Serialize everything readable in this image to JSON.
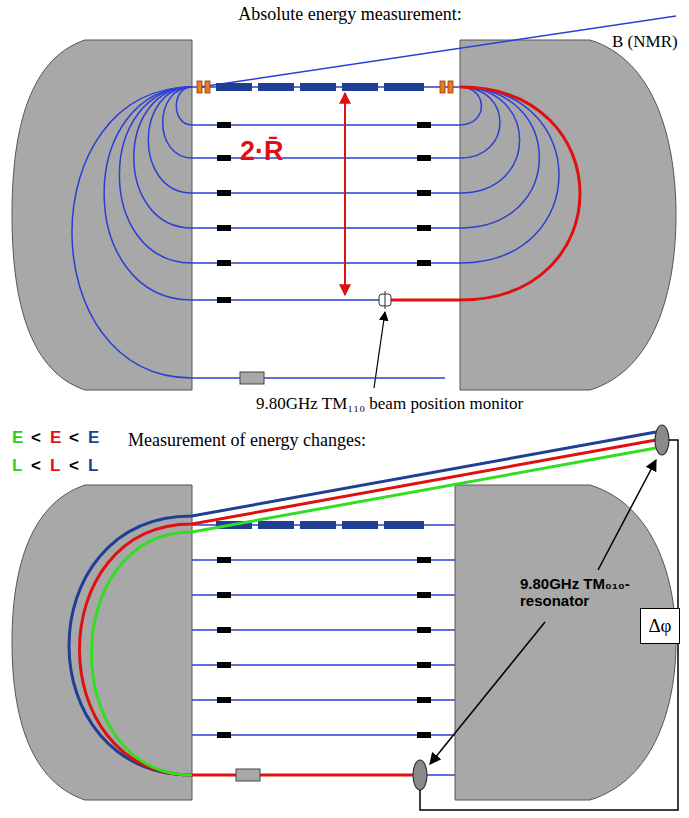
{
  "diagram": {
    "nodes": [
      {
        "text": [
          "Δφ"
        ]
      }
    ],
    "labels": [
      "Absolute energy measurement:",
      "B (NMR)",
      "2·R̄",
      "9.80GHz TM₁₁₀ beam position monitor",
      "E",
      "<",
      "E",
      "<",
      "E",
      "Measurement of energy changes:",
      "L",
      "<",
      "L",
      "<",
      "L",
      "9.80GHz TM₀₁₀-resonator"
    ]
  }
}
